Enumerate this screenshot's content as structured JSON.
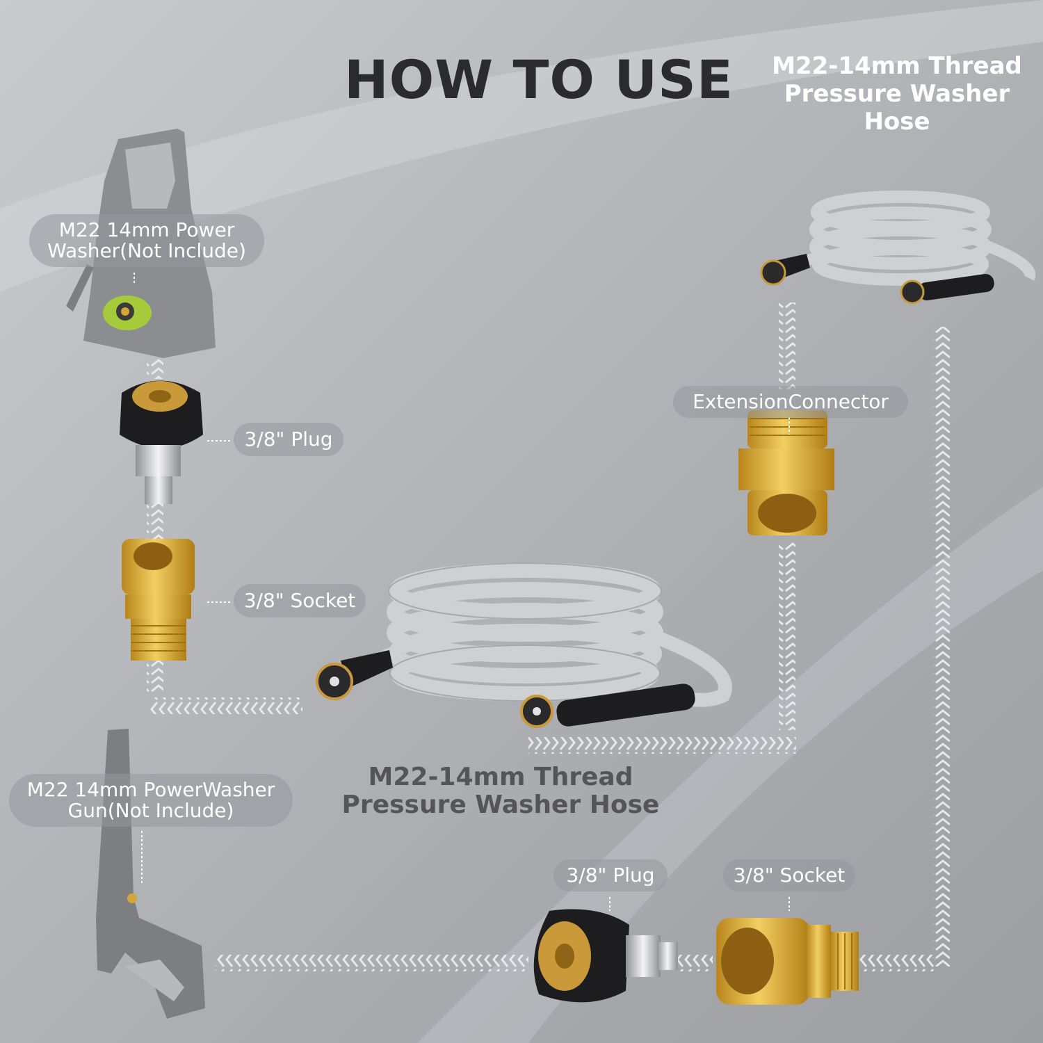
{
  "title": "HOW TO USE",
  "top_right_label": "M22-14mm Thread Pressure Washer Hose",
  "labels": {
    "power_washer": "M22 14mm Power Washer(Not Include)",
    "plug_left": "3/8\" Plug",
    "socket_left": "3/8\" Socket",
    "extension_connector": "ExtensionConnector",
    "center_hose": "M22-14mm Thread Pressure Washer Hose",
    "gun": "M22 14mm PowerWasher Gun(Not Include)",
    "plug_bottom": "3/8\" Plug",
    "socket_bottom": "3/8\" Socket"
  },
  "colors": {
    "background": "#b7b9bd",
    "title": "#2b2b2d",
    "brass": "#d9a933",
    "black_fitting": "#1d1d1f",
    "hose": "#c9cacc"
  }
}
